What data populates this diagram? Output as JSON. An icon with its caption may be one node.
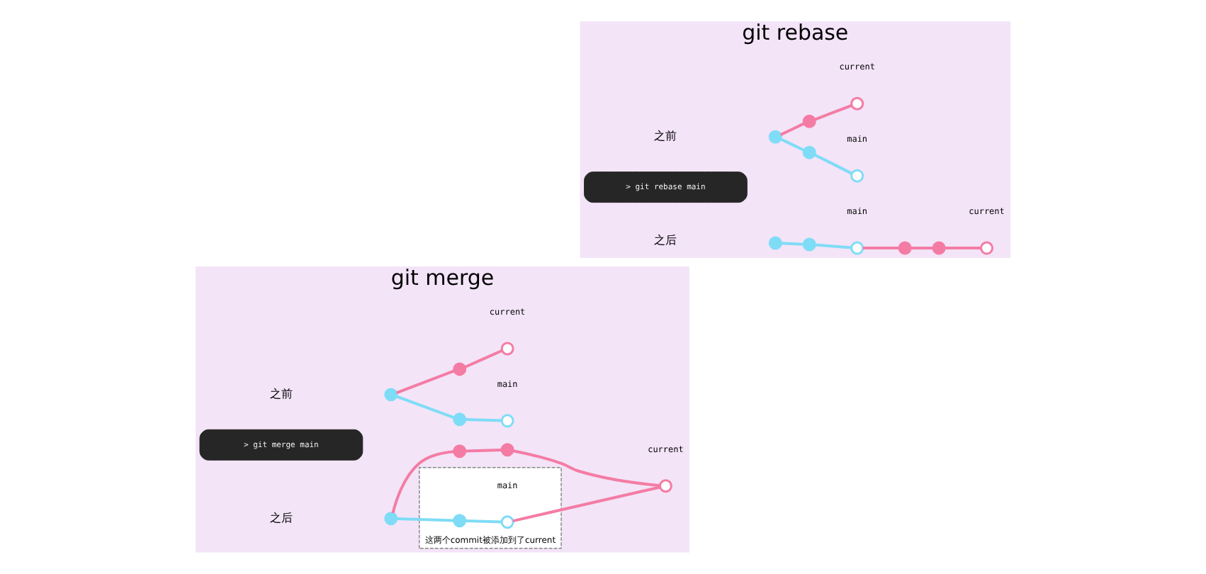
{
  "diagram": {
    "nodes": [
      {
        "text": [
          "git merge"
        ]
      },
      {
        "text": [],
        "shape": "circle",
        "in": 0
      },
      {
        "text": [],
        "shape": "circle",
        "in": 0
      },
      {
        "text": [],
        "shape": "circle",
        "in": 0,
        "beside": [
          "main"
        ]
      },
      {
        "text": [],
        "shape": "circle",
        "in": 0
      },
      {
        "text": [],
        "shape": "circle",
        "in": 0,
        "beside": [
          "current"
        ]
      },
      {
        "text": [
          "> git merge main"
        ],
        "in": 0
      },
      {
        "text": [],
        "shape": "circle",
        "in": 0
      },
      {
        "text": [],
        "shape": "box",
        "in": 0,
        "beside": [
          "这两个commit被添加到了current"
        ]
      },
      {
        "text": [],
        "shape": "circle",
        "in": 8
      },
      {
        "text": [],
        "shape": "circle",
        "in": 8,
        "beside": [
          "main"
        ]
      },
      {
        "text": [],
        "shape": "circle",
        "in": 0
      },
      {
        "text": [],
        "shape": "circle",
        "in": 0
      },
      {
        "text": [],
        "shape": "circle",
        "in": 0,
        "beside": [
          "current"
        ]
      },
      {
        "text": [
          "git rebase"
        ]
      },
      {
        "text": [],
        "shape": "circle",
        "in": 14
      },
      {
        "text": [],
        "shape": "circle",
        "in": 14
      },
      {
        "text": [],
        "shape": "circle",
        "in": 14,
        "beside": [
          "main"
        ]
      },
      {
        "text": [],
        "shape": "circle",
        "in": 14
      },
      {
        "text": [],
        "shape": "circle",
        "in": 14,
        "beside": [
          "current"
        ]
      },
      {
        "text": [
          "> git rebase main"
        ],
        "in": 14
      },
      {
        "text": [],
        "shape": "circle",
        "in": 14
      },
      {
        "text": [],
        "shape": "circle",
        "in": 14
      },
      {
        "text": [],
        "shape": "circle",
        "in": 14,
        "beside": [
          "main"
        ]
      },
      {
        "text": [],
        "shape": "circle",
        "in": 14
      },
      {
        "text": [],
        "shape": "circle",
        "in": 14
      },
      {
        "text": [],
        "shape": "circle",
        "in": 14,
        "beside": [
          "current"
        ]
      }
    ],
    "edges": [
      {
        "from": 1,
        "to": 2,
        "arrow": "none",
        "color": "#7fdcf6"
      },
      {
        "from": 2,
        "to": 3,
        "arrow": "none",
        "color": "#7fdcf6"
      },
      {
        "from": 1,
        "to": 4,
        "arrow": "none"
      },
      {
        "from": 4,
        "to": 5,
        "arrow": "none"
      },
      {
        "from": 7,
        "to": 9,
        "arrow": "none",
        "color": "#7fdcf6"
      },
      {
        "from": 9,
        "to": 10,
        "arrow": "none",
        "color": "#7fdcf6"
      },
      {
        "from": 7,
        "to": 11,
        "arrow": "none"
      },
      {
        "from": 11,
        "to": 12,
        "arrow": "none"
      },
      {
        "from": 12,
        "to": 13,
        "arrow": "none"
      },
      {
        "from": 10,
        "to": 13,
        "arrow": "none"
      },
      {
        "from": 15,
        "to": 16,
        "arrow": "none",
        "color": "#7fdcf6"
      },
      {
        "from": 16,
        "to": 17,
        "arrow": "none",
        "color": "#7fdcf6"
      },
      {
        "from": 15,
        "to": 18,
        "arrow": "none"
      },
      {
        "from": 18,
        "to": 19,
        "arrow": "none"
      },
      {
        "from": 21,
        "to": 22,
        "arrow": "none",
        "color": "#7fdcf6"
      },
      {
        "from": 22,
        "to": 23,
        "arrow": "none",
        "color": "#7fdcf6"
      },
      {
        "from": 23,
        "to": 24,
        "arrow": "none"
      },
      {
        "from": 24,
        "to": 25,
        "arrow": "none"
      },
      {
        "from": 25,
        "to": 26,
        "arrow": "none"
      }
    ],
    "labels": [
      "之前",
      "之后",
      "之前",
      "之后"
    ]
  }
}
